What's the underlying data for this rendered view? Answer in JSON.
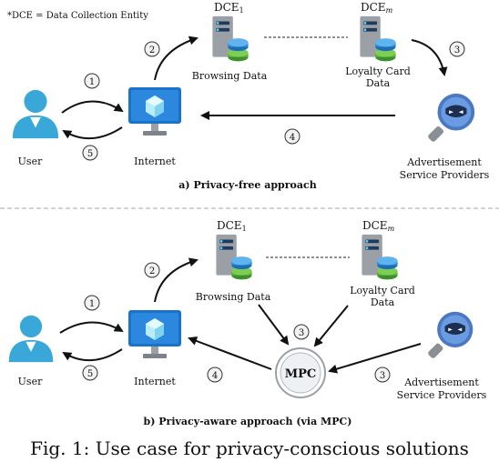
{
  "footnote": "*DCE = Data Collection Entity",
  "top": {
    "dce1_label": "DCE",
    "dce1_sub": "1",
    "dcem_label": "DCE",
    "dcem_sub": "m",
    "user_label": "User",
    "internet_label": "Internet",
    "browsing_label": "Browsing Data",
    "loyalty_label_1": "Loyalty Card",
    "loyalty_label_2": "Data",
    "asp_label_1": "Advertisement",
    "asp_label_2": "Service Providers",
    "caption": "a) Privacy-free approach",
    "steps": [
      "1",
      "2",
      "3",
      "4",
      "5"
    ]
  },
  "bottom": {
    "dce1_label": "DCE",
    "dce1_sub": "1",
    "dcem_label": "DCE",
    "dcem_sub": "m",
    "user_label": "User",
    "internet_label": "Internet",
    "browsing_label": "Browsing Data",
    "loyalty_label_1": "Loyalty Card",
    "loyalty_label_2": "Data",
    "mpc_label": "MPC",
    "asp_label_1": "Advertisement",
    "asp_label_2": "Service Providers",
    "caption": "b) Privacy-aware approach (via MPC)",
    "steps": [
      "1",
      "2",
      "3",
      "5",
      "4",
      "3"
    ]
  },
  "figure_caption": "Fig. 1: Use case for privacy-conscious solutions",
  "colors": {
    "user": "#3aa7d9",
    "monitor": "#1a73c9",
    "server": "#9aa0a6",
    "disk_blue": "#2e8bd6",
    "disk_green": "#5db33b",
    "search": "#4a78c2",
    "divider": "#bbbbbb"
  }
}
